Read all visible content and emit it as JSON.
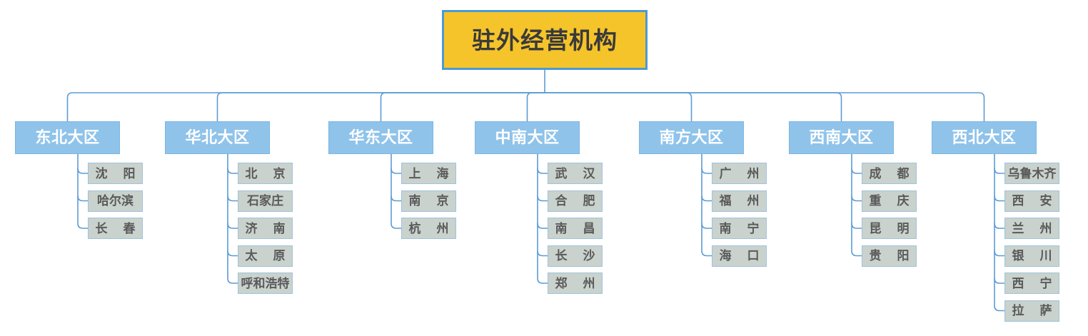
{
  "diagram": {
    "title": "驻外经营机构",
    "type": "organization-chart",
    "colors": {
      "root_fill": "#F5C42B",
      "root_border": "#4E9AD1",
      "root_text": "#3A3A3A",
      "region_fill": "#8FC3EA",
      "region_border": "#7BB6E3",
      "region_text": "#FFFFFF",
      "leaf_fill": "#C9D2CD",
      "leaf_border": "#9FC3DD",
      "leaf_text": "#5A5A5A",
      "connector": "#5B9BD5",
      "background": "#FFFFFF"
    }
  },
  "root": {
    "label": "驻外经营机构"
  },
  "regions": [
    {
      "label": "东北大区",
      "children": [
        {
          "label": "沈阳"
        },
        {
          "label": "哈尔滨"
        },
        {
          "label": "长春"
        }
      ]
    },
    {
      "label": "华北大区",
      "children": [
        {
          "label": "北京"
        },
        {
          "label": "石家庄"
        },
        {
          "label": "济南"
        },
        {
          "label": "太原"
        },
        {
          "label": "呼和浩特"
        }
      ]
    },
    {
      "label": "华东大区",
      "children": [
        {
          "label": "上海"
        },
        {
          "label": "南京"
        },
        {
          "label": "杭州"
        }
      ]
    },
    {
      "label": "中南大区",
      "children": [
        {
          "label": "武汉"
        },
        {
          "label": "合肥"
        },
        {
          "label": "南昌"
        },
        {
          "label": "长沙"
        },
        {
          "label": "郑州"
        }
      ]
    },
    {
      "label": "南方大区",
      "children": [
        {
          "label": "广州"
        },
        {
          "label": "福州"
        },
        {
          "label": "南宁"
        },
        {
          "label": "海口"
        }
      ]
    },
    {
      "label": "西南大区",
      "children": [
        {
          "label": "成都"
        },
        {
          "label": "重庆"
        },
        {
          "label": "昆明"
        },
        {
          "label": "贵阳"
        }
      ]
    },
    {
      "label": "西北大区",
      "children": [
        {
          "label": "乌鲁木齐"
        },
        {
          "label": "西安"
        },
        {
          "label": "兰州"
        },
        {
          "label": "银川"
        },
        {
          "label": "西宁"
        },
        {
          "label": "拉萨"
        }
      ]
    }
  ]
}
